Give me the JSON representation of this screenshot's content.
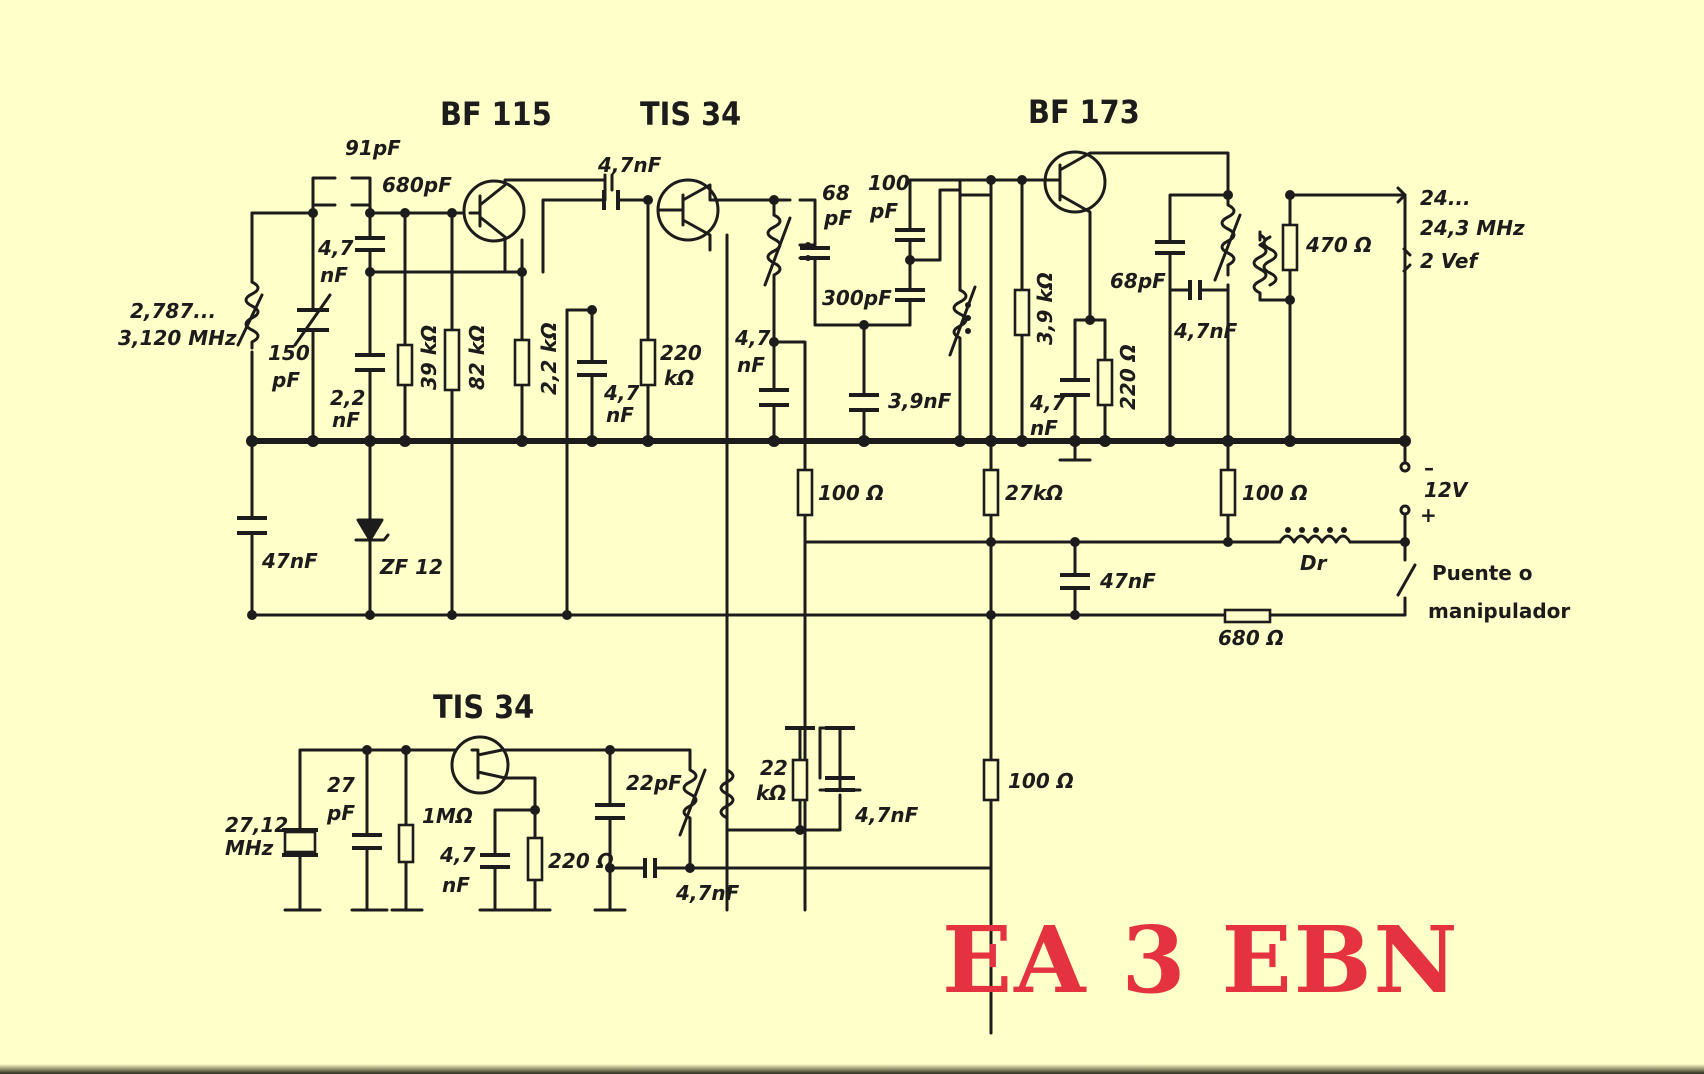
{
  "transistors": {
    "t1": "BF 115",
    "t2": "TIS 34",
    "t3": "BF 173",
    "t4": "TIS 34"
  },
  "labels": {
    "c_91pf": "91pF",
    "c_680pf": "680pF",
    "c_4_7nf_top": "4,7nF",
    "c_4_7_a": "4,7",
    "c_nf_a": "nF",
    "vfo_freq_1": "2,787...",
    "vfo_freq_2": "3,120 MHz",
    "c_150": "150",
    "c_pf_150": "pF",
    "c_2_2": "2,2",
    "c_nf_22": "nF",
    "r_39k": "39 kΩ",
    "r_82k": "82 kΩ",
    "r_2_2k": "2,2 kΩ",
    "c_4_7_b": "4,7",
    "c_nf_b": "nF",
    "r_220k_1": "220",
    "r_220k_2": "kΩ",
    "c_68": "68",
    "c_pf_68": "pF",
    "c_100": "100",
    "c_pf_100": "pF",
    "c_300pf": "300pF",
    "c_4_7_c": "4,7",
    "c_nf_c": "nF",
    "c_3_9nf": "3,9nF",
    "r_3_9k": "3,9 kΩ",
    "c_68pf_b": "68pF",
    "r_220": "220 Ω",
    "c_4_7_d": "4,7",
    "c_nf_d": "nF",
    "c_4_7nf_e": "4,7nF",
    "r_470": "470 Ω",
    "out_freq_1": "24...",
    "out_freq_2": "24,3 MHz",
    "out_volt": "2 Vef",
    "minus": "–",
    "plus": "+",
    "volt_12": "12V",
    "c_47nf_left": "47nF",
    "diode": "ZF 12",
    "r_100_a": "100 Ω",
    "r_27k": "27kΩ",
    "r_100_b": "100 Ω",
    "choke": "Dr",
    "c_47nf_right": "47nF",
    "switch_1": "Puente o",
    "switch_2": "manipulador",
    "r_680": "680 Ω",
    "xtal_1": "27,12",
    "xtal_2": "MHz",
    "c_27": "27",
    "c_pf_27": "pF",
    "r_1m": "1MΩ",
    "c_4_7_f": "4,7",
    "c_nf_f": "nF",
    "r_220_b": "220 Ω",
    "c_22pf": "22pF",
    "r_22k_1": "22",
    "r_22k_2": "kΩ",
    "c_4_7nf_g": "4,7nF",
    "c_4_7nf_h": "4,7nF",
    "r_100_c": "100 Ω"
  },
  "callsign": "EA 3 EBN",
  "colors": {
    "paper": "#ffffc9",
    "ink": "#1c1c1c",
    "callsign": "#e53240"
  }
}
